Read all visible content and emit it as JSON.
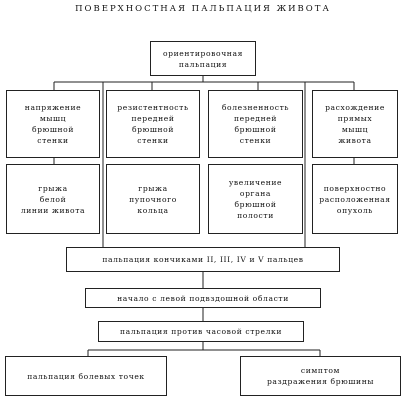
{
  "title": "ПОВЕРХНОСТНАЯ ПАЛЬПАЦИЯ ЖИВОТА",
  "top_box": "ориентировочная\nпальпация",
  "row1": [
    "напряжение\nмышц\nбрюшной\nстенки",
    "резистентность\nпередней\nбрюшной\nстенки",
    "болезненность\nпередней\nбрюшной\nстенки",
    "расхождение\nпрямых\nмышц\nживота"
  ],
  "row2": [
    "грыжа\nбелой\nлинии живота",
    "грыжа\nпупочного\nкольца",
    "увеличение\nоргана\nбрюшной\nполости",
    "поверхностно\nрасположенная\nопухоль"
  ],
  "step1": "пальпация кончиками II, III, IV и V пальцев",
  "step2": "начало с левой подвздошной области",
  "step3": "пальпация против часовой стрелки",
  "bottom_left": "пальпация болевых точек",
  "bottom_right": "симптом\nраздражения брюшины"
}
